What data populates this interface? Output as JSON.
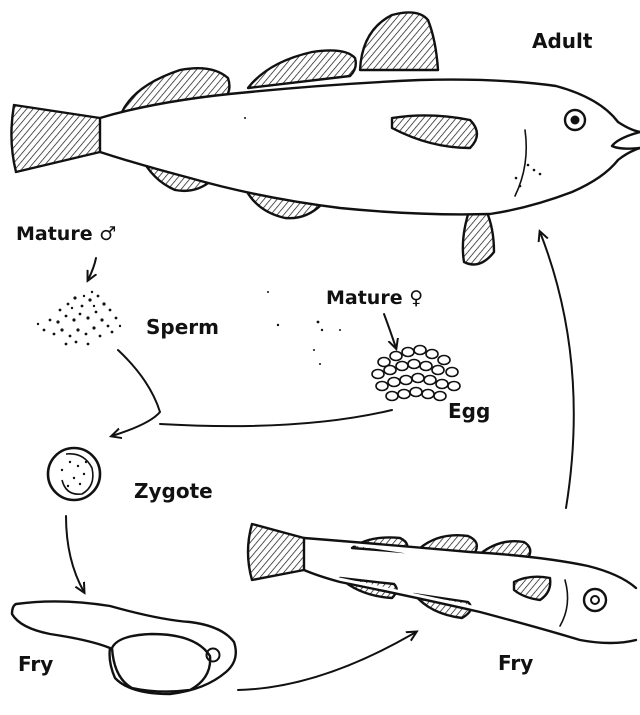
{
  "labels": {
    "adult": "Adult",
    "mature_male": "Mature ♂",
    "sperm": "Sperm",
    "mature_female": "Mature ♀",
    "egg": "Egg",
    "zygote": "Zygote",
    "fry_left": "Fry",
    "fry_right": "Fry"
  },
  "colors": {
    "ink": "#111111",
    "background": "#ffffff"
  }
}
